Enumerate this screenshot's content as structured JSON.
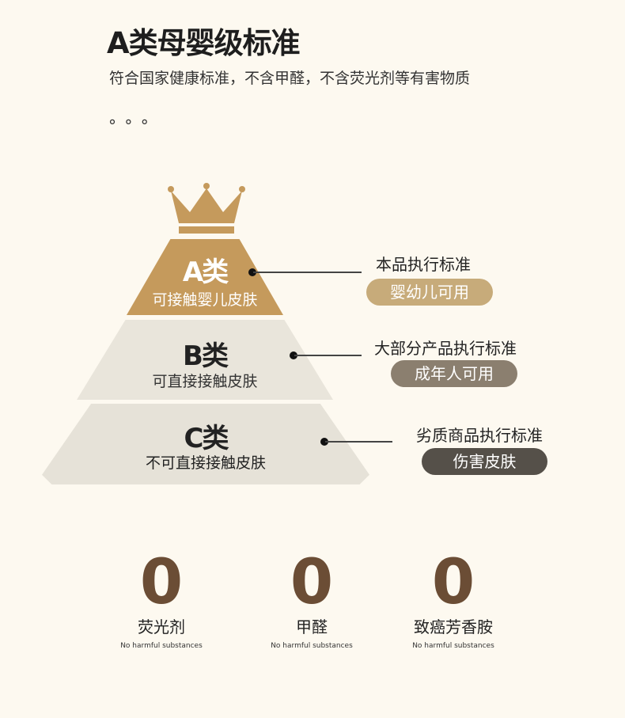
{
  "title": "A类母婴级标准",
  "subtitle": "符合国家健康标准，不含甲醛，不含荧光剂等有害物质",
  "dots": "。。。",
  "tiers": [
    {
      "name": "A类",
      "desc": "可接触婴儿皮肤",
      "label": "本品执行标准",
      "badge": "婴幼儿可用",
      "badge_color": "#c7ab7a"
    },
    {
      "name": "B类",
      "desc": "可直接接触皮肤",
      "label": "大部分产品执行标准",
      "badge": "成年人可用",
      "badge_color": "#8b7f6f"
    },
    {
      "name": "C类",
      "desc": "不可直接接触皮肤",
      "label": "劣质商品执行标准",
      "badge": "伤害皮肤",
      "badge_color": "#555049"
    }
  ],
  "zeros": [
    {
      "value": "0",
      "label": "荧光剂",
      "en": "No harmful substances"
    },
    {
      "value": "0",
      "label": "甲醛",
      "en": "No harmful substances"
    },
    {
      "value": "0",
      "label": "致癌芳香胺",
      "en": "No harmful substances"
    }
  ]
}
